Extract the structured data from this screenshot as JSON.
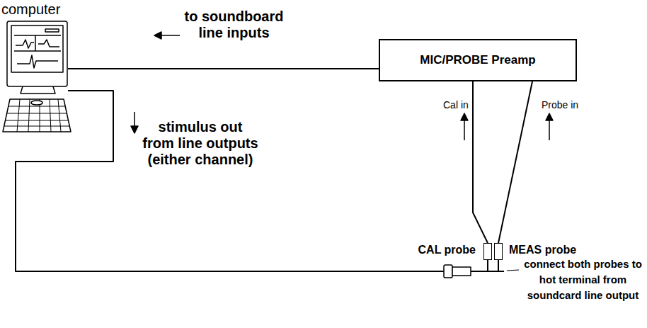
{
  "diagram": {
    "nodes": [
      {
        "text": [
          "computer"
        ]
      },
      {
        "text": [
          "MIC/PROBE Preamp"
        ]
      },
      {
        "text": [
          "CAL probe"
        ]
      },
      {
        "text": [
          "MEAS probe"
        ]
      }
    ],
    "edges": [
      {
        "from": 0,
        "to": 1,
        "arrow": "none"
      },
      {
        "from": 1,
        "to": 2,
        "arrow": "none"
      },
      {
        "from": 1,
        "to": 3,
        "arrow": "none"
      }
    ],
    "labels": [
      "to soundboard line inputs",
      "stimulus out from line outputs (either channel)",
      "Cal in",
      "Probe in",
      "connect both probes to hot terminal from soundcard line output"
    ]
  }
}
